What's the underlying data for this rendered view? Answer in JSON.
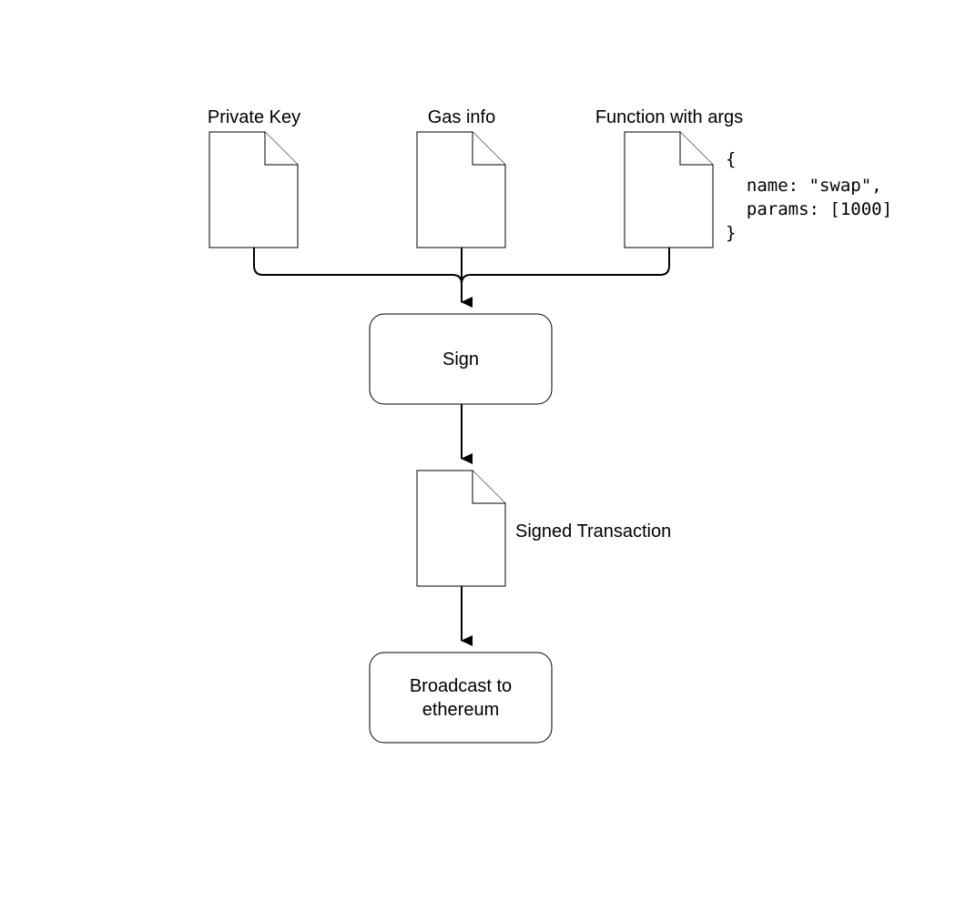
{
  "inputs": {
    "private_key": "Private Key",
    "gas_info": "Gas info",
    "function_with_args": "Function with args"
  },
  "code_snippet": {
    "line1": "{",
    "line2": "  name: \"swap\",",
    "line3": "  params: [1000]",
    "line4": "}"
  },
  "steps": {
    "sign": "Sign",
    "signed_transaction": "Signed Transaction",
    "broadcast_line1": "Broadcast to",
    "broadcast_line2": "ethereum"
  }
}
